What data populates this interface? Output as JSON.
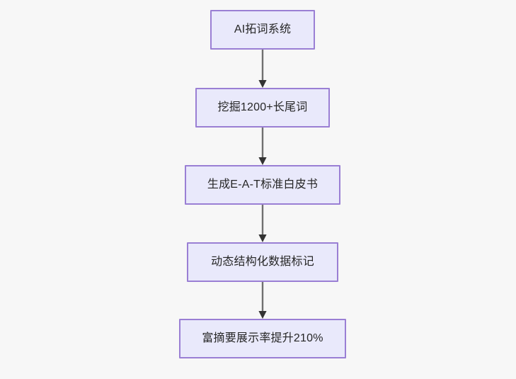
{
  "diagram": {
    "type": "flowchart",
    "direction": "top-to-bottom",
    "background_color": "#f7f7f7",
    "node_fill_color": "#e9e9fb",
    "node_border_color": "#9a7fd4",
    "node_text_color": "#262626",
    "edge_color": "#707070",
    "nodes": [
      {
        "id": "n1",
        "label": "AI拓词系统"
      },
      {
        "id": "n2",
        "label": "挖掘1200+长尾词"
      },
      {
        "id": "n3",
        "label": "生成E-A-T标准白皮书"
      },
      {
        "id": "n4",
        "label": "动态结构化数据标记"
      },
      {
        "id": "n5",
        "label": "富摘要展示率提升210%"
      }
    ],
    "edges": [
      {
        "from": "n1",
        "to": "n2",
        "label": ""
      },
      {
        "from": "n2",
        "to": "n3",
        "label": ""
      },
      {
        "from": "n3",
        "to": "n4",
        "label": ""
      },
      {
        "from": "n4",
        "to": "n5",
        "label": ""
      }
    ]
  }
}
